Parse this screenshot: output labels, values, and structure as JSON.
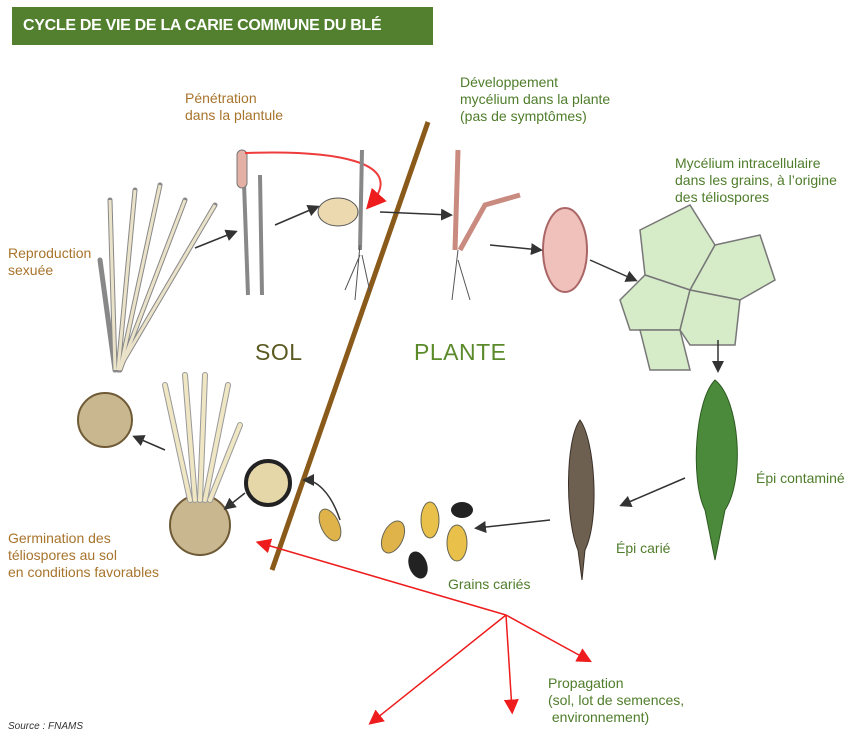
{
  "title": "CYCLE DE VIE DE LA CARIE COMMUNE DU BLÉ",
  "zones": {
    "sol": "SOL",
    "plante": "PLANTE"
  },
  "labels": {
    "penetration": "Pénétration\ndans la plantule",
    "developpement": "Développement\nmycélium dans la plante\n(pas de symptômes)",
    "mycelium": "Mycélium intracellulaire\ndans les grains, à l’origine\ndes téliospores",
    "reproduction": "Reproduction\nsexuée",
    "epi_contamine": "Épi contaminé",
    "epi_carie": "Épi carié",
    "grains_caries": "Grains cariés",
    "germination": "Germination des\ntéliospores au sol\nen conditions favorables",
    "propagation": "Propagation\n(sol, lot de semences,\n environnement)"
  },
  "source": "Source : FNAMS",
  "colors": {
    "title_bg": "#52802f",
    "soil_label": "#a8742c",
    "plant_label": "#4f7d2b",
    "divider": "#8a5a1a",
    "propagation_arrow": "#ee1c1c"
  }
}
